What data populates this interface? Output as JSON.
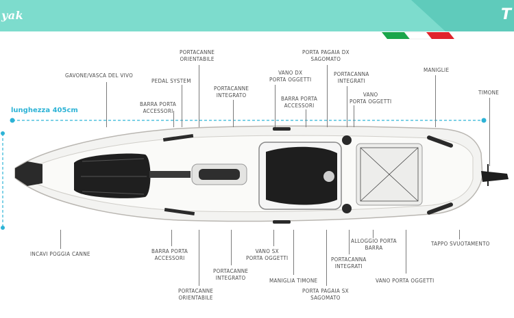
{
  "header": {
    "brand": "yak",
    "model": "T",
    "colors": {
      "teal": "#7ddccd",
      "teal_dark": "#5fcbbb",
      "flag_green": "#1aa64b",
      "flag_red": "#e0242b"
    }
  },
  "dimension": {
    "label": "lunghezza 405cm",
    "color": "#2db3d6"
  },
  "labels": {
    "gavone": "GAVONE/VASCA DEL VIVO",
    "barra_porta_top": [
      "BARRA PORTA",
      "ACCESSORI"
    ],
    "pedal_system": "PEDAL SYSTEM",
    "portacanne_orient_top": [
      "PORTACANNE",
      "ORIENTABILE"
    ],
    "portacanne_integrato_top": [
      "PORTACANNE",
      "INTEGRATO"
    ],
    "vano_dx": [
      "VANO DX",
      "PORTA OGGETTI"
    ],
    "barra_porta_top2": [
      "BARRA PORTA",
      "ACCESSORI"
    ],
    "porta_pagaia_dx": [
      "PORTA PAGAIA DX",
      "SAGOMATO"
    ],
    "portacanna_integrati_top": [
      "PORTACANNA",
      "INTEGRATI"
    ],
    "vano_porta_top": [
      "VANO",
      "PORTA OGGETTI"
    ],
    "maniglie": "MANIGLIE",
    "timone": "TIMONE",
    "incavi": "INCAVI POGGIA CANNE",
    "barra_porta_bottom": [
      "BARRA PORTA",
      "ACCESSORI"
    ],
    "portacanne_orient_bottom": [
      "PORTACANNE",
      "ORIENTABILE"
    ],
    "portacanne_integrato_bottom": [
      "PORTACANNE",
      "INTEGRATO"
    ],
    "vano_sx": [
      "VANO SX",
      "PORTA OGGETTI"
    ],
    "maniglia_timone": "MANIGLIA TIMONE",
    "porta_pagaia_sx": [
      "PORTA PAGAIA SX",
      "SAGOMATO"
    ],
    "portacanna_integrati_bottom": [
      "PORTACANNA",
      "INTEGRATI"
    ],
    "alloggio": [
      "ALLOGGIO PORTA",
      "BARRA"
    ],
    "vano_porta_bottom": "VANO PORTA OGGETTI",
    "tappo": "TAPPO SVUOTAMENTO"
  }
}
